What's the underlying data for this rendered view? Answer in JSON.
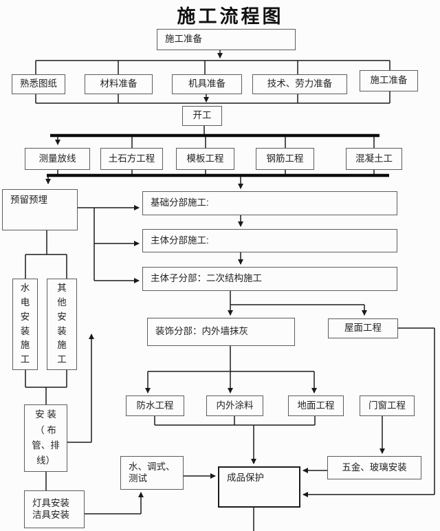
{
  "title": "施工流程图",
  "nodes": {
    "prep_top": "施工准备",
    "familiarize": "熟悉图纸",
    "material": "材料准备",
    "machinery": "机具准备",
    "tech_labor": "技术、劳力准备",
    "prep_right": "施工准备",
    "start": "开工",
    "survey": "测量放线",
    "earthwork": "土石方工程",
    "formwork": "模板工程",
    "rebar": "钢筋工程",
    "concrete": "混凝土工",
    "reserve_embed": "预留预埋",
    "foundation": "基础分部施工:",
    "main_body": "主体分部施工:",
    "sub_body": "主体子分部：二次结构施工",
    "mep_install": "水\n电\n安\n装\n施\n工",
    "other_install": "其\n他\n安\n装\n施\n工",
    "decoration": "装饰分部：内外墙抹灰",
    "roofing": "屋面工程",
    "waterproof": "防水工程",
    "paint": "内外涂料",
    "flooring": "地面工程",
    "doors_windows": "门窗工程",
    "piping_install": "安  装\n（  布\n管、排\n线）",
    "water_test": "水、调式、\n测试",
    "product_protect": "成品保护",
    "hardware_glass": "五金、玻璃安装",
    "lamps_fixtures": "灯具安装\n洁具安装"
  },
  "colors": {
    "line": "#1a1a1a",
    "thick_bar": "#0d0d0d",
    "box_border": "#5c5c5c",
    "text": "#222222",
    "background": "#fcfcfc"
  }
}
